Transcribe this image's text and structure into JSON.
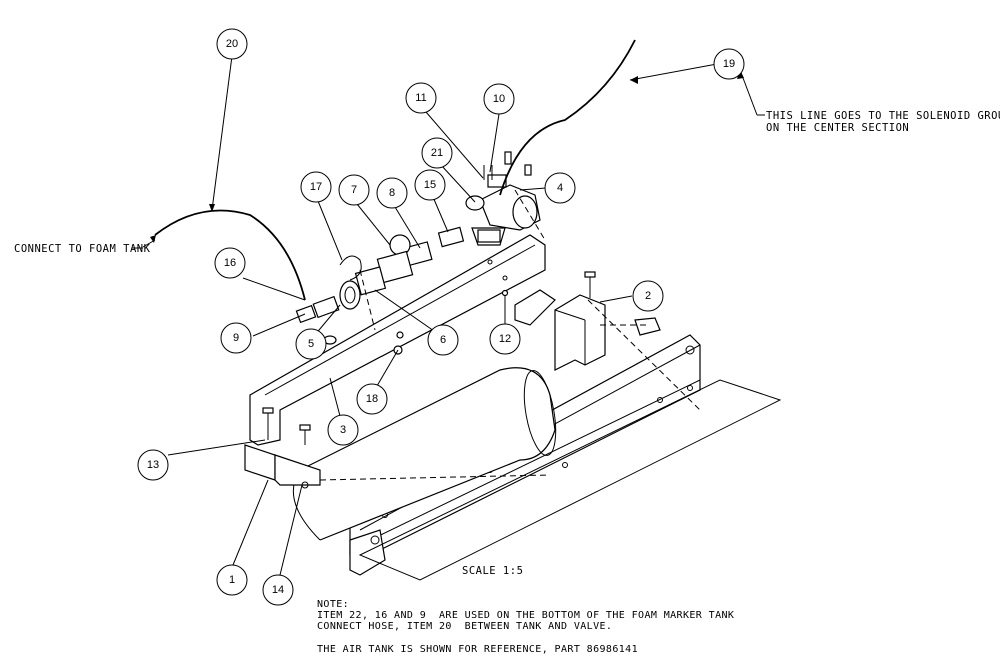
{
  "callouts": [
    {
      "num": "20"
    },
    {
      "num": "19"
    },
    {
      "num": "11"
    },
    {
      "num": "10"
    },
    {
      "num": "21"
    },
    {
      "num": "4"
    },
    {
      "num": "17"
    },
    {
      "num": "7"
    },
    {
      "num": "8"
    },
    {
      "num": "15"
    },
    {
      "num": "16"
    },
    {
      "num": "2"
    },
    {
      "num": "9"
    },
    {
      "num": "5"
    },
    {
      "num": "6"
    },
    {
      "num": "12"
    },
    {
      "num": "18"
    },
    {
      "num": "3"
    },
    {
      "num": "13"
    },
    {
      "num": "1"
    },
    {
      "num": "14"
    }
  ],
  "labels": {
    "foam_tank": "CONNECT TO FOAM TANK",
    "solenoid_line1": "THIS LINE GOES TO THE SOLENOID GROUP",
    "solenoid_line2": "ON THE CENTER SECTION",
    "scale": "SCALE  1:5"
  },
  "note": {
    "title": "NOTE:",
    "line1": "ITEM 22, 16 AND 9  ARE USED ON THE BOTTOM OF THE FOAM MARKER TANK",
    "line2": "CONNECT HOSE, ITEM 20  BETWEEN TANK AND VALVE.",
    "line3": "THE AIR TANK IS SHOWN FOR REFERENCE, PART 86986141"
  }
}
